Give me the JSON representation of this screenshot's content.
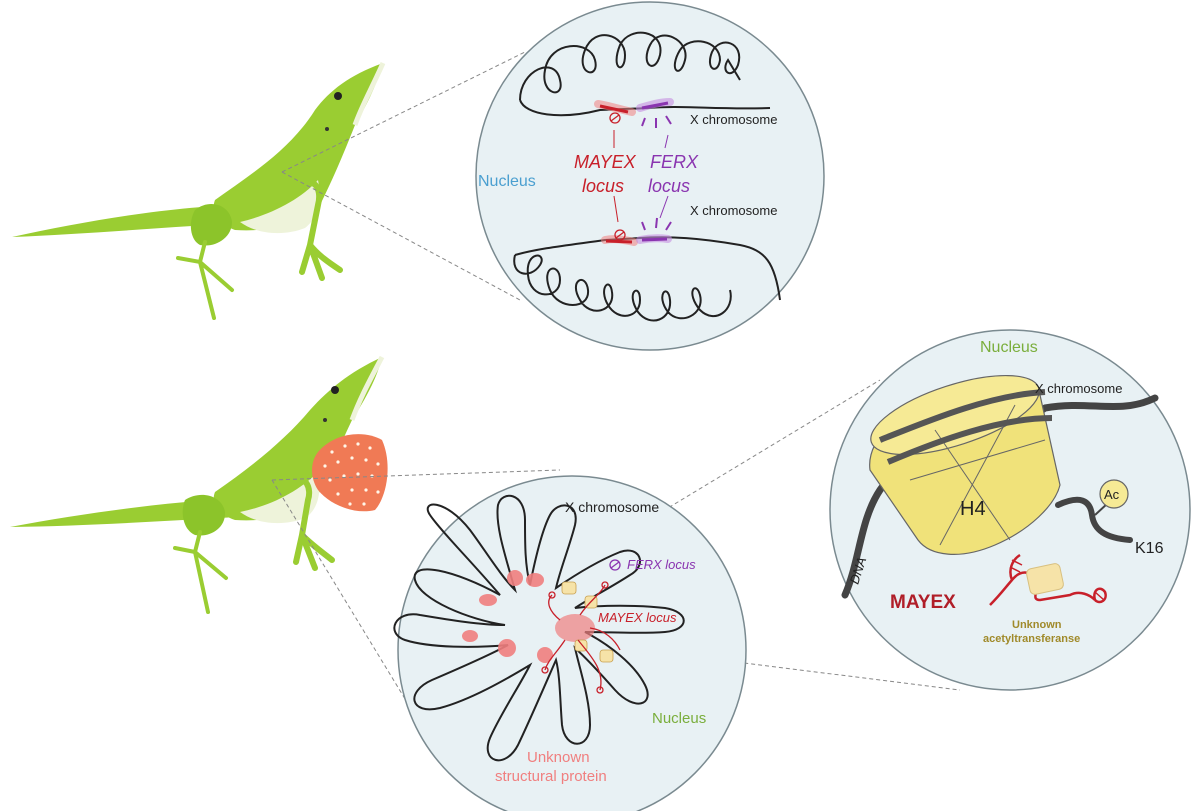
{
  "panel_top": {
    "x_chromosome_upper": "X chromosome",
    "x_chromosome_lower": "X chromosome",
    "nucleus": "Nucleus",
    "mayex_label": "MAYEX",
    "mayex_locus": "locus",
    "ferx_label": "FERX",
    "ferx_locus": "locus"
  },
  "panel_bottom": {
    "x_chromosome": "X chromosome",
    "ferx_locus": "FERX locus",
    "mayex_locus": "MAYEX locus",
    "nucleus": "Nucleus",
    "structural_protein_line1": "Unknown",
    "structural_protein_line2": "structural protein"
  },
  "panel_zoom": {
    "nucleus": "Nucleus",
    "x_chromosome": "X chromosome",
    "histone": "H4",
    "acetyl": "Ac",
    "lysine": "K16",
    "dna": "DNA",
    "mayex": "MAYEX",
    "enzyme_line1": "Unknown",
    "enzyme_line2": "acetyltransferanse"
  },
  "colors": {
    "lizard_green": "#9ACD32",
    "lizard_dark_green": "#7CB518",
    "belly": "#EEF3DA",
    "dewlap": "#F07A55",
    "circle_fill": "#E8F1F4",
    "mayex_red": "#C8202A",
    "ferx_purple": "#8A35B0",
    "nucleus_blue": "#4A9FD0",
    "nucleus_green": "#7AAE3C",
    "protein_pink": "#F07F7F",
    "histone_yellow": "#F0E27A",
    "enzyme_tan": "#A08A2A"
  }
}
